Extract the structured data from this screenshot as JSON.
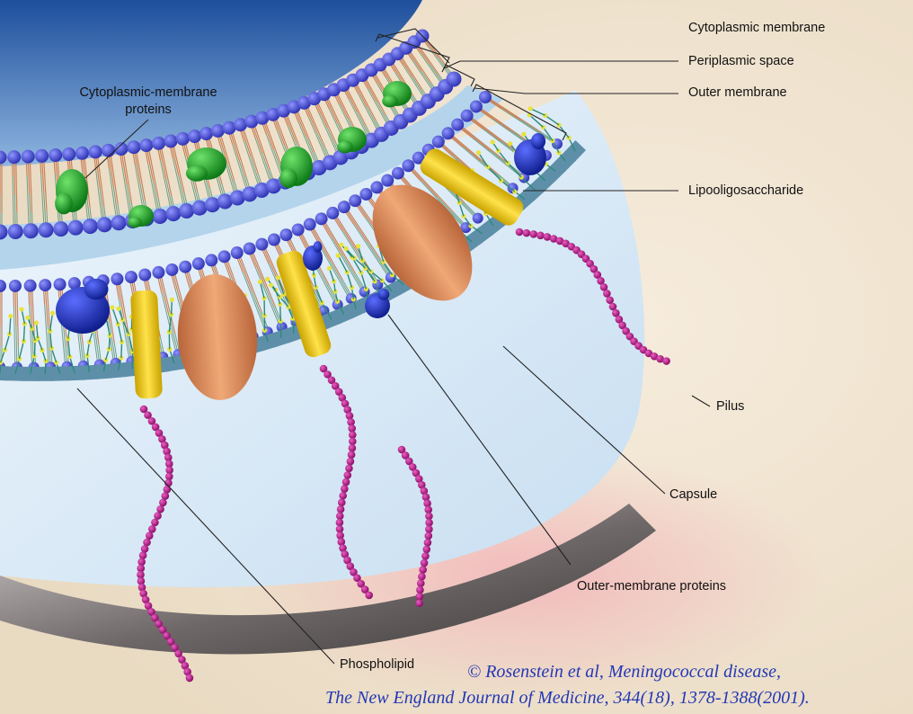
{
  "labels": {
    "cytoplasmic_membrane": "Cytoplasmic membrane",
    "periplasmic_space": "Periplasmic space",
    "outer_membrane": "Outer membrane",
    "cytoplasmic_membrane_proteins_line1": "Cytoplasmic-membrane",
    "cytoplasmic_membrane_proteins_line2": "proteins",
    "lipooligosaccharide": "Lipooligosaccharide",
    "pilus": "Pilus",
    "capsule": "Capsule",
    "outer_membrane_proteins": "Outer-membrane proteins",
    "phospholipid": "Phospholipid"
  },
  "citation": {
    "line1": "© Rosenstein et al, Meningococcal disease,",
    "line2": "The New England Journal of Medicine, 344(18), 1378-1388(2001)."
  },
  "colors": {
    "background": "#efe3cf",
    "cytoplasm": "#2a5ea8",
    "capsule": "#dbeaf6",
    "membrane_head": "#4a4fcf",
    "lipid_tail": "#c9835a",
    "cytoplasmic_protein": "#1a9a22",
    "outer_membrane_protein": "#1d2fb8",
    "porin": "#d88a55",
    "opa_protein": "#f0cc10",
    "pilus": "#b01d86",
    "citation": "#2338b5"
  }
}
